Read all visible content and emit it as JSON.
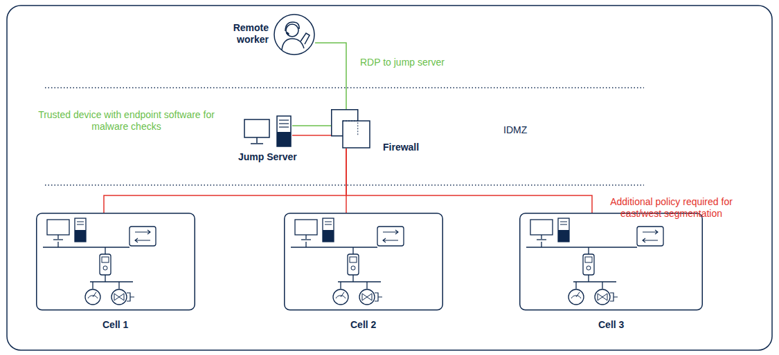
{
  "diagram": {
    "nodes": [
      {
        "text": [
          "Remote worker"
        ]
      },
      {
        "text": [
          "Jump Server"
        ]
      },
      {
        "text": [
          "Firewall"
        ]
      },
      {
        "text": [
          "Cell 1"
        ]
      },
      {
        "text": [
          "Cell 2"
        ]
      },
      {
        "text": [
          "Cell 3"
        ]
      }
    ],
    "edges": [
      {
        "from": 0,
        "to": 2,
        "arrow": "none",
        "label": "RDP to jump server"
      },
      {
        "from": 2,
        "to": 1,
        "arrow": "none"
      },
      {
        "from": 1,
        "to": 2,
        "arrow": "none"
      },
      {
        "from": 2,
        "to": 3,
        "arrow": "none"
      },
      {
        "from": 2,
        "to": 4,
        "arrow": "none"
      },
      {
        "from": 2,
        "to": 5,
        "arrow": "none"
      }
    ],
    "labels": [
      "Trusted device with endpoint software for malware checks",
      "IDMZ",
      "Additional policy required for east/west segmentation"
    ]
  }
}
